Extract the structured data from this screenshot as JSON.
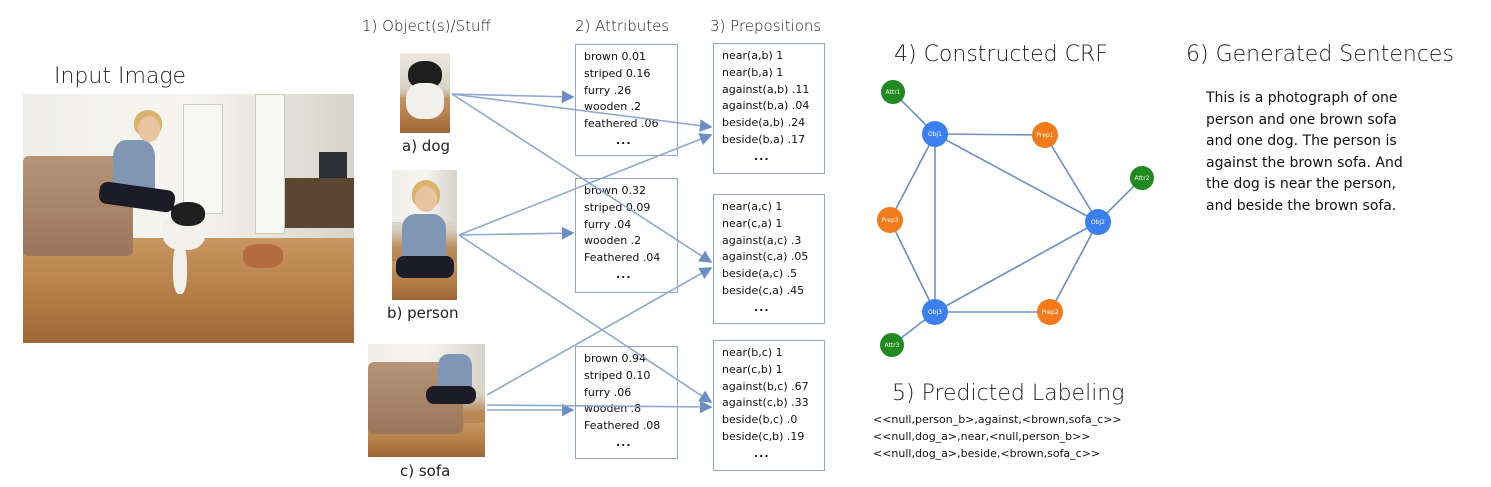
{
  "input_image": {
    "title": "Input Image"
  },
  "step1": {
    "title": "1) Object(s)/Stuff",
    "objects": [
      {
        "label": "a) dog"
      },
      {
        "label": "b) person"
      },
      {
        "label": "c) sofa"
      }
    ]
  },
  "step2": {
    "title": "2) Attributes",
    "boxes": [
      {
        "rows": [
          "brown 0.01",
          "striped 0.16",
          "furry .26",
          "wooden .2",
          "feathered .06"
        ],
        "dots": "..."
      },
      {
        "rows": [
          "brown 0.32",
          "striped 0.09",
          "furry .04",
          "wooden .2",
          "Feathered .04"
        ],
        "dots": "..."
      },
      {
        "rows": [
          "brown 0.94",
          "striped 0.10",
          "furry .06",
          "wooden .8",
          "Feathered .08"
        ],
        "dots": "..."
      }
    ]
  },
  "step3": {
    "title": "3) Prepositions",
    "boxes": [
      {
        "rows": [
          "near(a,b) 1",
          "near(b,a) 1",
          "against(a,b) .11",
          "against(b,a) .04",
          "beside(a,b) .24",
          "beside(b,a) .17"
        ],
        "dots": "..."
      },
      {
        "rows": [
          "near(a,c)  1",
          "near(c,a)  1",
          "against(a,c) .3",
          "against(c,a) .05",
          "beside(a,c) .5",
          "beside(c,a) .45"
        ],
        "dots": "..."
      },
      {
        "rows": [
          "near(b,c)  1",
          "near(c,b)  1",
          "against(b,c) .67",
          "against(c,b) .33",
          "beside(b,c) .0",
          "beside(c,b) .19"
        ],
        "dots": "..."
      }
    ]
  },
  "step4": {
    "title": "4) Constructed CRF",
    "nodes": {
      "attr1": "Attr1",
      "attr2": "Attr2",
      "attr3": "Attr3",
      "obj1": "Obj1",
      "obj2": "Obj2",
      "obj3": "Obj3",
      "prep1": "Prep1",
      "prep2": "Prep2",
      "prep3": "Prep3"
    },
    "colors": {
      "attr": "#1f8a1f",
      "obj": "#3b7ff0",
      "prep": "#f27a1a",
      "edge": "#6b8fc4"
    }
  },
  "step5": {
    "title": "5) Predicted Labeling",
    "lines": [
      "<<null,person_b>,against,<brown,sofa_c>>",
      "<<null,dog_a>,near,<null,person_b>>",
      "<<null,dog_a>,beside,<brown,sofa_c>>"
    ]
  },
  "step6": {
    "title": "6) Generated Sentences",
    "lines": [
      "This is a photograph of one",
      "person and one brown sofa",
      "and one dog. The person is",
      "against the brown sofa. And",
      "the dog is near the person,",
      "and beside the brown sofa."
    ]
  }
}
